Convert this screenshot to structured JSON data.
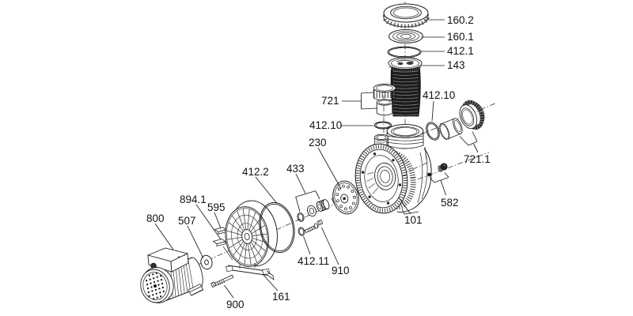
{
  "diagram": {
    "type": "exploded-parts-diagram",
    "background": "#ffffff",
    "line_color": "#1a1a1a",
    "dark_fill": "#1d1d1d",
    "labels": {
      "l160_2": "160.2",
      "l160_1": "160.1",
      "l412_1": "412.1",
      "l143": "143",
      "l721": "721",
      "l412_10a": "412.10",
      "l412_10b": "412.10",
      "l721_1": "721.1",
      "l230": "230",
      "l433": "433",
      "l412_2": "412.2",
      "l582": "582",
      "l101": "101",
      "l800": "800",
      "l894_1": "894.1",
      "l595": "595",
      "l507": "507",
      "l900": "900",
      "l161": "161",
      "l412_11": "412.11",
      "l910": "910"
    }
  }
}
